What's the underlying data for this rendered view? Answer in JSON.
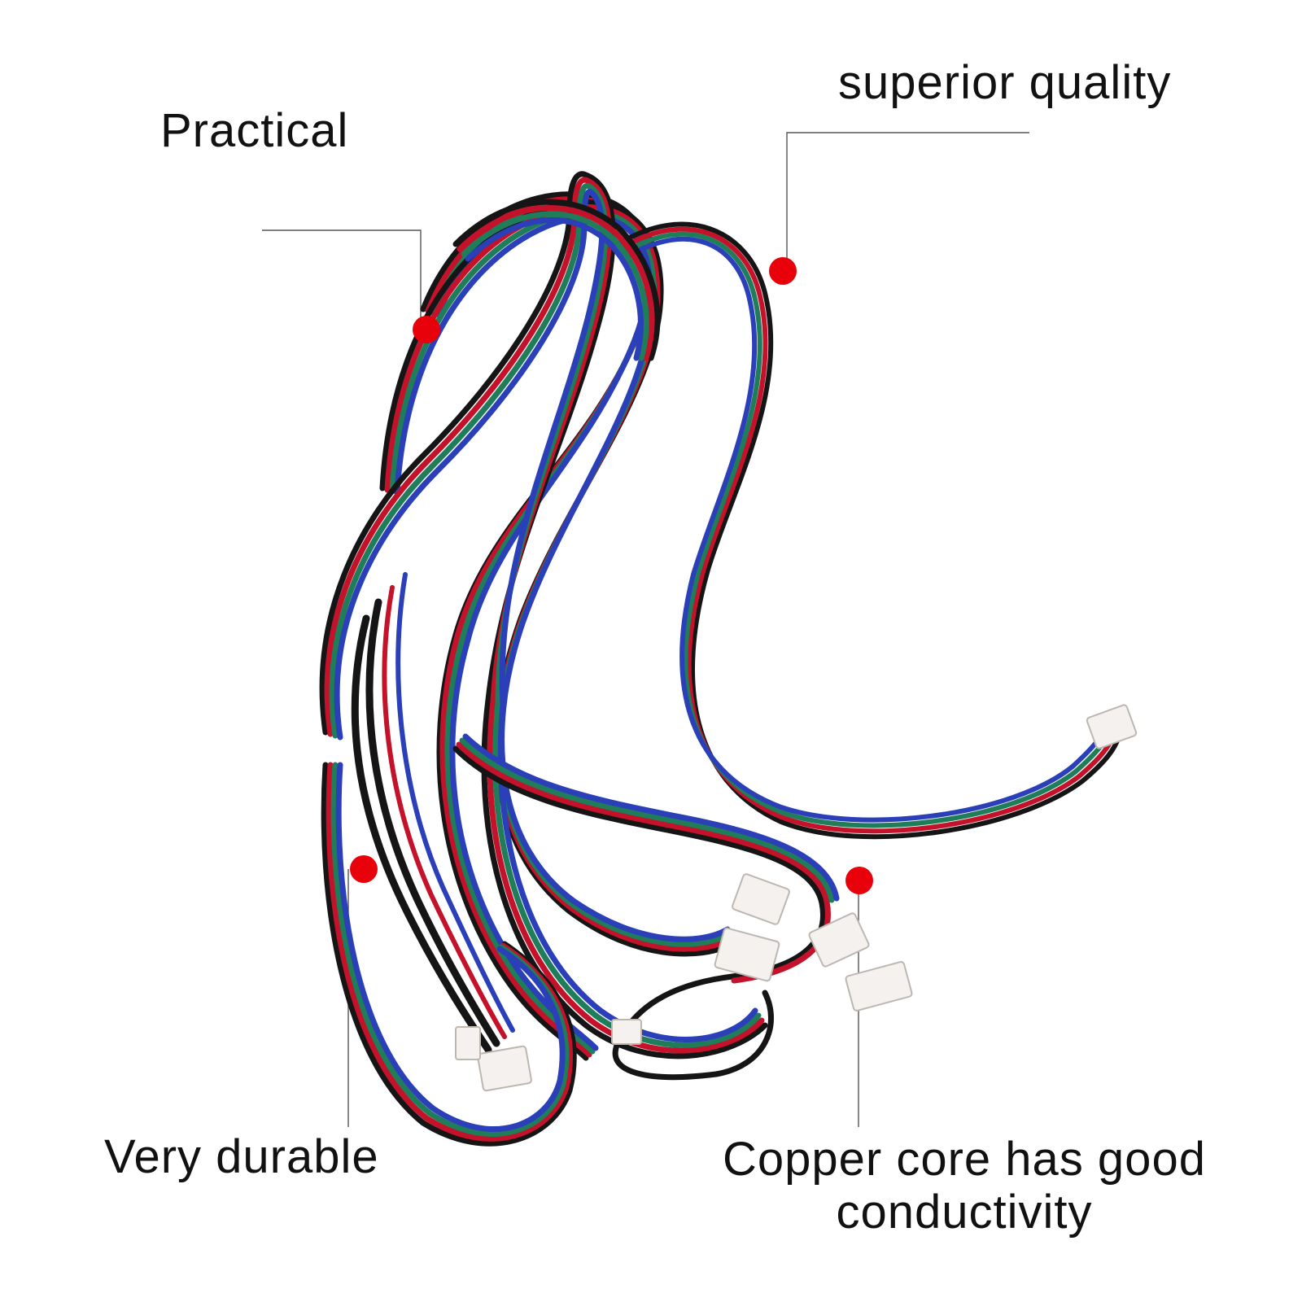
{
  "callouts": {
    "practical": "Practical",
    "superior_quality": "superior quality",
    "very_durable": "Very durable",
    "copper_line1": "Copper core has good",
    "copper_line2": "conductivity"
  },
  "colors": {
    "marker": "#e8000b",
    "leader_line": "#555555",
    "wire_blue": "#2a3fb8",
    "wire_green": "#1f7d5a",
    "wire_red": "#c4122a",
    "wire_black": "#151515",
    "connector": "#f4f1ee"
  },
  "image": {
    "subject": "4-wire cable bundle with white JST connectors"
  }
}
